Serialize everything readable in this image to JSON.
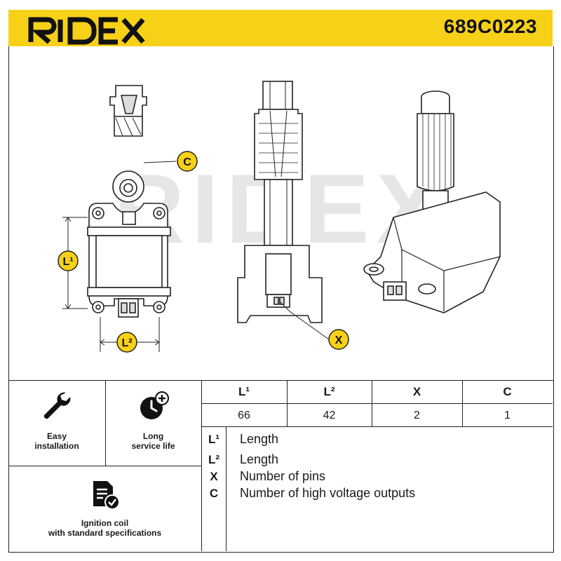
{
  "header": {
    "brand": "RIDEX",
    "part_number": "689C0223"
  },
  "drawing": {
    "watermark": "RIDEX",
    "callouts": {
      "c": "C",
      "l1": "L¹",
      "l2": "L²",
      "x": "X"
    }
  },
  "features": [
    {
      "icon": "wrench-icon",
      "label_line1": "Easy",
      "label_line2": "installation"
    },
    {
      "icon": "clock-plus-icon",
      "label_line1": "Long",
      "label_line2": "service life"
    },
    {
      "icon": "document-check-icon",
      "label_line1": "Ignition coil",
      "label_line2": "with standard specifications"
    }
  ],
  "specs": {
    "headers": [
      "L¹",
      "L²",
      "X",
      "C"
    ],
    "values": [
      "66",
      "42",
      "2",
      "1"
    ]
  },
  "legend": [
    {
      "key": "L¹",
      "text": "Length"
    },
    {
      "key": "L²",
      "text": "Length"
    },
    {
      "key": "X",
      "text": "Number of pins"
    },
    {
      "key": "C",
      "text": "Number of high voltage outputs"
    }
  ],
  "colors": {
    "accent": "#f7d117",
    "line": "#222222"
  }
}
